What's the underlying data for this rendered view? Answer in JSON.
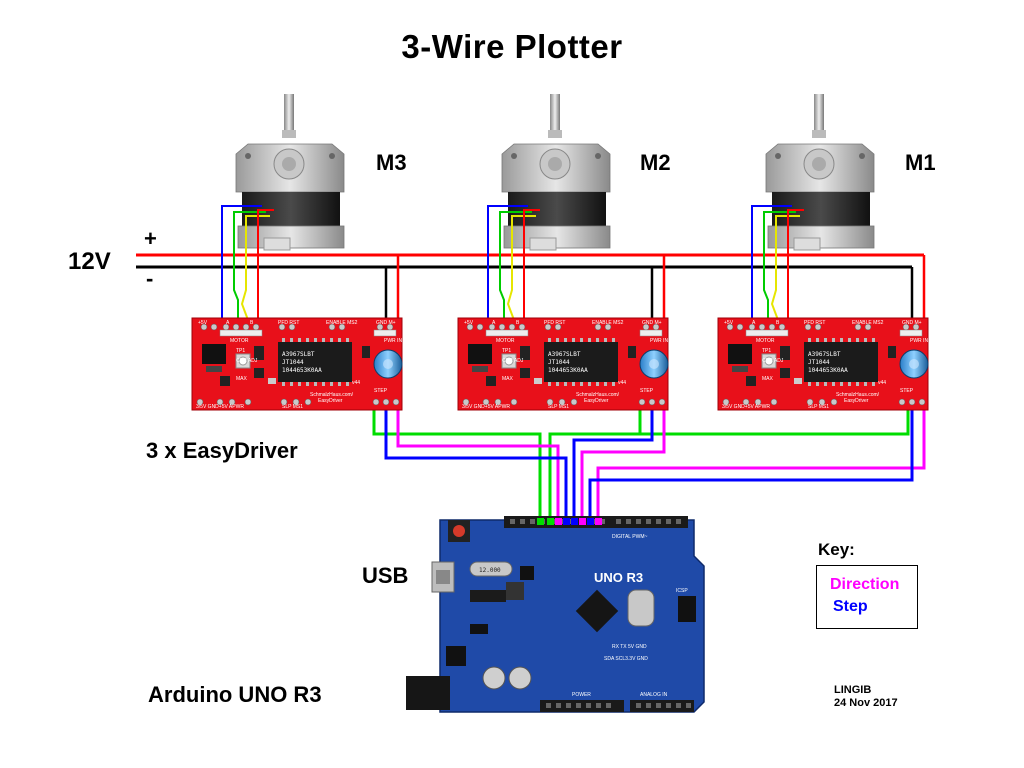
{
  "title": "3-Wire Plotter",
  "power": {
    "voltage": "12V",
    "positive": "+",
    "negative": "-"
  },
  "motors": [
    {
      "label": "M3"
    },
    {
      "label": "M2"
    },
    {
      "label": "M1"
    }
  ],
  "drivers": {
    "caption": "3 x EasyDriver",
    "board_text": {
      "pin_5v": "+5V",
      "pin_a": "A",
      "pin_b": "B",
      "pfd_rst": "PFD RST",
      "enable_ms2": "ENABLE MS2",
      "gnd_m": "GND M+",
      "motor": "MOTOR",
      "pwr_in": "PWR IN",
      "tp1": "TP1",
      "cur_adj": "CUR ADJ",
      "max": "MAX",
      "chip_line1": "A3967SLBT",
      "chip_line2": "JT1044",
      "chip_line3": "1044653K0AA",
      "step": "STEP",
      "url": "SchmalzHaus.com/",
      "name": "EasyDriver",
      "bottom_pins": "3/5V GND+5V APWR",
      "slp_ms1": "SLP MS1",
      "v44": "v44"
    }
  },
  "arduino": {
    "caption": "Arduino UNO R3",
    "board_label": "UNO R3",
    "crystal": "12.000",
    "usb_label": "USB",
    "pins_digital": "DIGITAL PWM~",
    "power_label": "POWER",
    "analog_label": "ANALOG IN",
    "icsp": "ICSP",
    "rx_tx": "RX TX 5V GND",
    "sda_scl": "SDA SCL3.3V GND"
  },
  "key": {
    "title": "Key:",
    "direction": "Direction",
    "step": "Step"
  },
  "author": "LINGIB",
  "date": "24 Nov 2017",
  "colors": {
    "positive_rail": "#ff0000",
    "negative_rail": "#000000",
    "direction_wire": "#ff00ff",
    "step_wire": "#0000ff",
    "ground_wire": "#00dd00",
    "coil_blue": "#0000ff",
    "coil_green": "#00cc00",
    "coil_yellow": "#e6e600",
    "coil_red": "#ff0000",
    "driver_board": "#e8101a",
    "arduino_board": "#1f4aa8"
  }
}
